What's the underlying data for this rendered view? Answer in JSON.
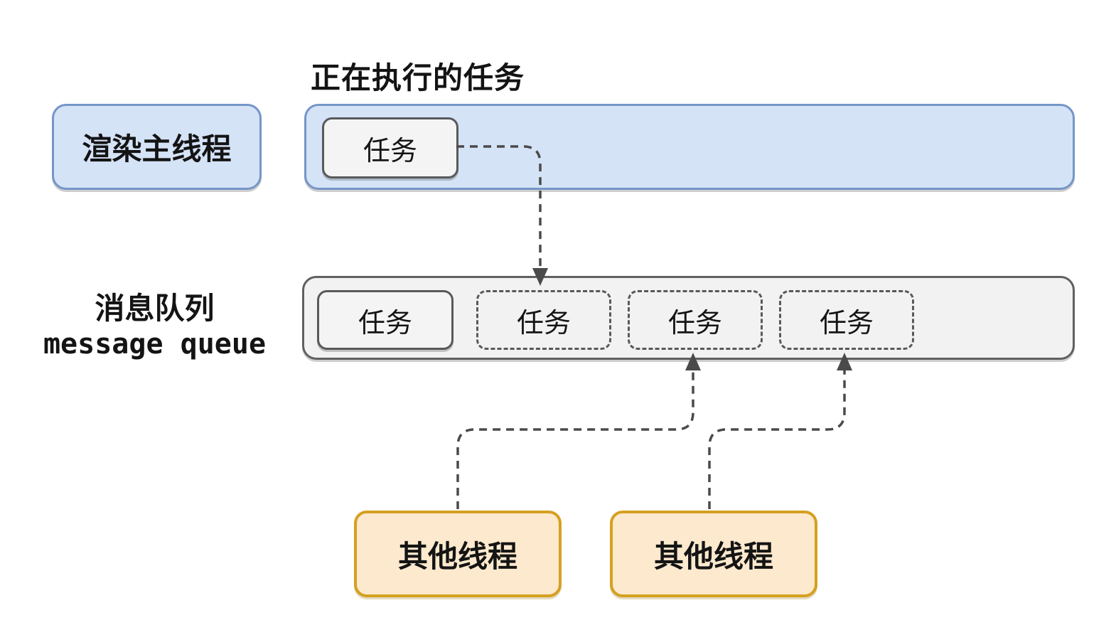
{
  "colors": {
    "background": "#ffffff",
    "thread_fill": "#d5e3f7",
    "thread_border": "#7596c7",
    "queue_fill": "#f2f2f3",
    "queue_border": "#606060",
    "task_fill": "#f4f4f5",
    "task_border": "#58595b",
    "other_thread_fill": "#fde9ce",
    "other_thread_border": "#d5a021",
    "arrow": "#4a4a4a",
    "text": "#141414"
  },
  "labels": {
    "executing_task_caption": "正在执行的任务",
    "render_main_thread": "渲染主线程",
    "queue_label_zh": "消息队列",
    "queue_label_en": "message queue"
  },
  "main_thread_bar": {
    "executing_task": "任务"
  },
  "message_queue": {
    "tasks": [
      {
        "label": "任务",
        "style": "solid"
      },
      {
        "label": "任务",
        "style": "dashed"
      },
      {
        "label": "任务",
        "style": "dashed"
      },
      {
        "label": "任务",
        "style": "dashed"
      }
    ]
  },
  "other_threads": [
    {
      "label": "其他线程"
    },
    {
      "label": "其他线程"
    }
  ]
}
